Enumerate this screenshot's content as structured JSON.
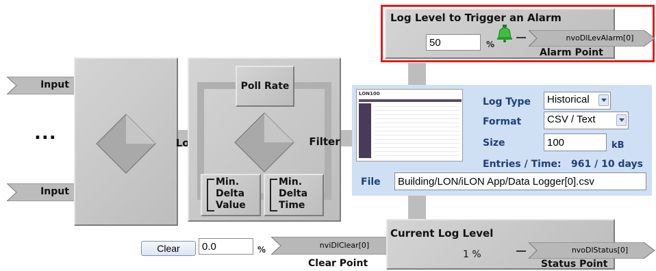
{
  "inputs": {
    "input1_label": "Input",
    "input2_label": "Input",
    "ellipsis": "..."
  },
  "log_block": {
    "label": "Log"
  },
  "filter_block": {
    "poll_rate_label": "Poll Rate",
    "filter_label": "Filter",
    "min_delta_value_label": "Min. Delta Value",
    "min_delta_time_label": "Min. Delta Time"
  },
  "alarm": {
    "title": "Log Level to Trigger an Alarm",
    "value": "50",
    "unit": "%",
    "output_name": "nvoDlLevAlarm[0]",
    "point_label": "Alarm Point",
    "bell_icon": "bell-icon",
    "highlight_color": "#e31b1b"
  },
  "config_panel": {
    "thumbnail_logo": "LON100",
    "log_type_label": "Log Type",
    "log_type_value": "Historical",
    "format_label": "Format",
    "format_value": "CSV / Text",
    "size_label": "Size",
    "size_value": "100",
    "size_unit": "kB",
    "entries_label": "Entries / Time:",
    "entries_value": "961 / 10 days",
    "file_label": "File",
    "file_value": "Building/LON/iLON App/Data Logger[0].csv",
    "panel_color": "#cfe0f5"
  },
  "clear": {
    "button_label": "Clear",
    "value": "0.0",
    "unit": "%",
    "input_name": "nviDlClear[0]",
    "point_label": "Clear Point"
  },
  "status": {
    "title": "Current Log Level",
    "value": "1 %",
    "output_name": "nvoDlStatus[0]",
    "point_label": "Status Point"
  }
}
